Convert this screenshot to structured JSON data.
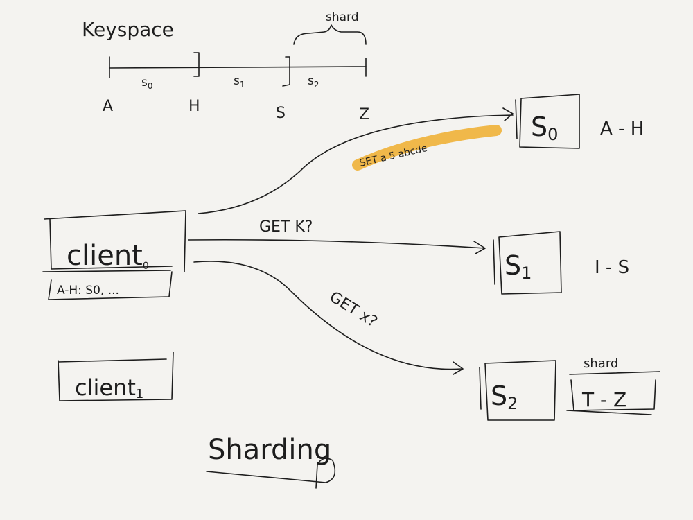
{
  "keyspace": {
    "title": "Keyspace",
    "brace_label": "shard",
    "segments": [
      {
        "base": "s",
        "sub": "0"
      },
      {
        "base": "s",
        "sub": "1"
      },
      {
        "base": "s",
        "sub": "2"
      }
    ],
    "ticks": [
      "A",
      "H",
      "S",
      "Z"
    ]
  },
  "servers": [
    {
      "base": "S",
      "sub": "0",
      "range": "A - H"
    },
    {
      "base": "S",
      "sub": "1",
      "range": "I - S"
    },
    {
      "base": "S",
      "sub": "2",
      "range": "T - Z",
      "range_label": "shard"
    }
  ],
  "clients": [
    {
      "base": "client",
      "sub": "0",
      "table": "A-H: S0, ..."
    },
    {
      "base": "client",
      "sub": "1"
    }
  ],
  "requests": [
    {
      "label": "SET a 5 abcde",
      "highlight": "#f0b84a"
    },
    {
      "label": "GET K?"
    },
    {
      "label": "GET x?"
    }
  ],
  "title": "Sharding"
}
